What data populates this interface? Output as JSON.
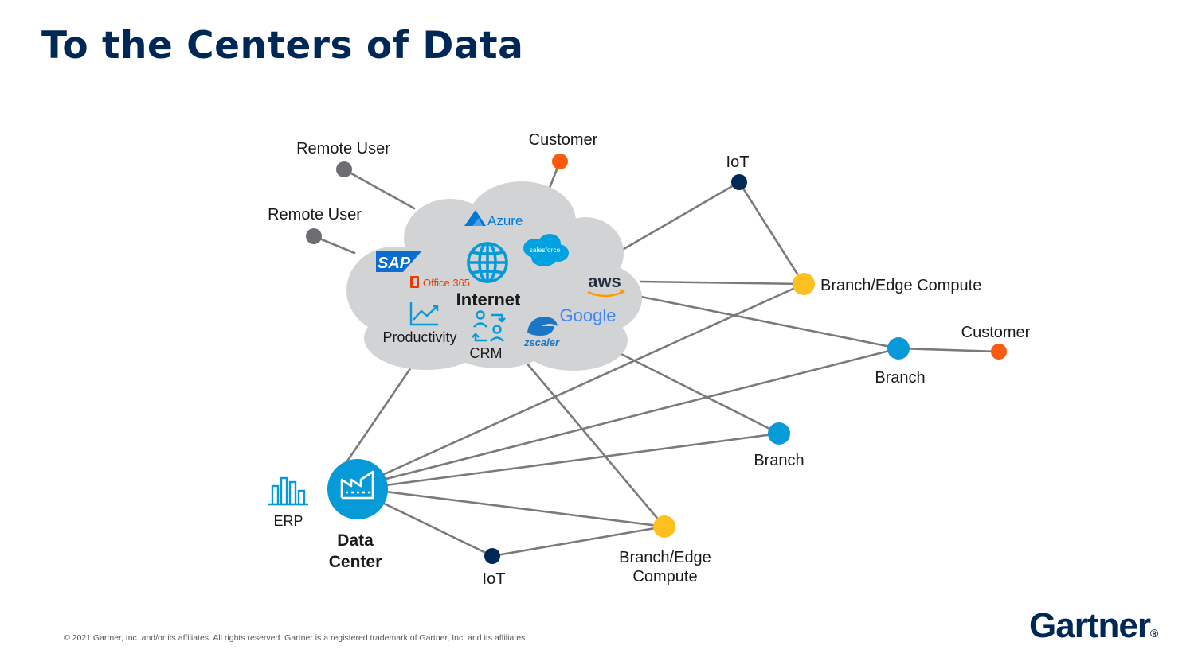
{
  "title": "To the Centers of Data",
  "colors": {
    "title": "#002856",
    "cloud": "#d2d3d5",
    "edge": "#7a7a7a",
    "remote_user": "#6d6e71",
    "customer": "#fa5a0f",
    "iot": "#002856",
    "branch_edge_compute": "#fdc01f",
    "branch": "#079ad9",
    "data_center": "#079ad9"
  },
  "cloud": {
    "label": "Internet",
    "services": {
      "azure": "Azure",
      "salesforce": "salesforce",
      "sap": "SAP",
      "office365": "Office 365",
      "aws": "aws",
      "google": "Google",
      "zscaler": "zscaler",
      "productivity": "Productivity",
      "crm": "CRM"
    }
  },
  "nodes": {
    "remote_user_1": "Remote User",
    "remote_user_2": "Remote User",
    "customer_top": "Customer",
    "iot_top": "IoT",
    "branch_edge_right": "Branch/Edge Compute",
    "customer_right": "Customer",
    "branch_right": "Branch",
    "branch_mid": "Branch",
    "data_center_line1": "Data",
    "data_center_line2": "Center",
    "erp": "ERP",
    "iot_bottom": "IoT",
    "branch_edge_bottom_line1": "Branch/Edge",
    "branch_edge_bottom_line2": "Compute"
  },
  "footer": {
    "copyright": "© 2021 Gartner, Inc. and/or its affiliates. All rights reserved. Gartner is a registered trademark of Gartner, Inc. and its affiliates.",
    "brand": "Gartner",
    "brand_mark": "®"
  }
}
